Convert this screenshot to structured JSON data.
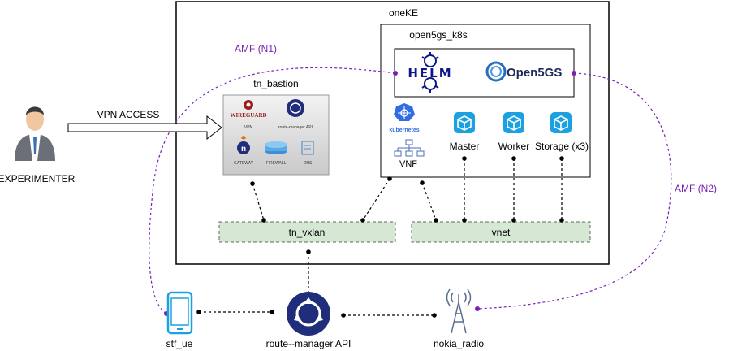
{
  "oneke": {
    "title": "oneKE"
  },
  "open5gs_k8s": {
    "title": "open5gs_k8s",
    "helm": "HELM",
    "open5gs": "Open5GS",
    "kubernetes": "kubernetes"
  },
  "tn_bastion": {
    "title": "tn_bastion",
    "wireguard": "WIREGUARD",
    "items": [
      "VPN",
      "route-manager API",
      "GATEWAY",
      "FIREWALL",
      "DNS"
    ]
  },
  "nodes": {
    "vnf": "VNF",
    "master": "Master",
    "worker": "Worker",
    "storage": "Storage (x3)"
  },
  "networks": {
    "tn_vxlan": "tn_vxlan",
    "vnet": "vnet"
  },
  "links": {
    "amf_n1": "AMF (N1)",
    "amf_n2": "AMF (N2)",
    "vpn_access": "VPN ACCESS"
  },
  "actors": {
    "experimenter": "EXPERIMENTER",
    "stf_ue": "stf_ue",
    "route_manager": "route--manager API",
    "nokia_radio": "nokia_radio"
  },
  "colors": {
    "purple": "#7a1fb5",
    "network_fill": "#d5e8d4",
    "k8s_blue": "#326ce5",
    "cube_blue": "#1ba1e2",
    "route_navy": "#1f2d7a"
  }
}
